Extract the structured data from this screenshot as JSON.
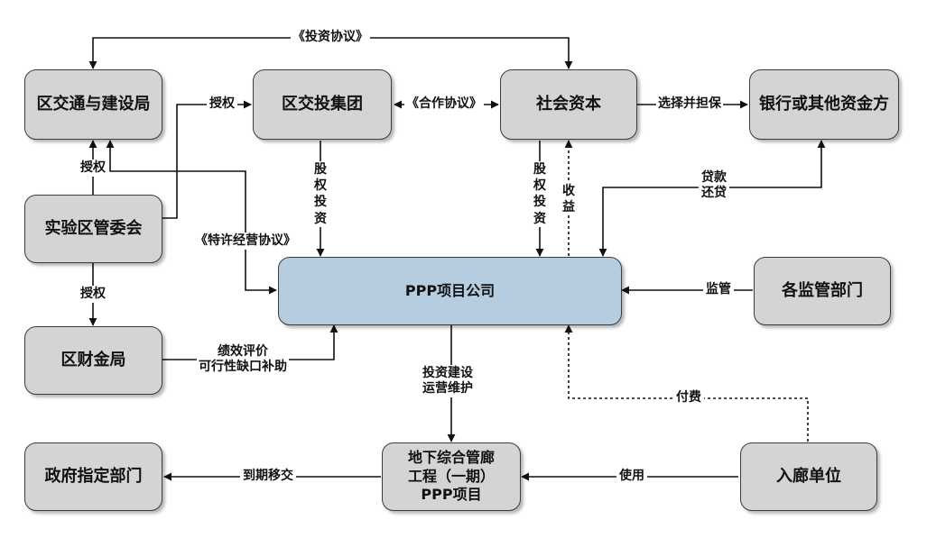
{
  "nodes": {
    "district_transport_bureau": "区交通与建设局",
    "district_invest_group": "区交投集团",
    "social_capital": "社会资本",
    "banks": "银行或其他资金方",
    "management_committee": "实验区管委会",
    "finance_bureau": "区财金局",
    "ppp_company": "PPP项目公司",
    "regulators": "各监管部门",
    "gov_departments": "政府指定部门",
    "project_line1": "地下综合管廊",
    "project_line2": "工程（一期）",
    "project_line3": "PPP项目",
    "tenants": "入廊单位"
  },
  "edge_labels": {
    "investment_agreement": "《投资协议》",
    "authorize_group": "授权",
    "cooperation_agreement": "《合作协议》",
    "select_guarantee": "选择并担保",
    "authorize_up": "授权",
    "authorize_down": "授权",
    "franchise_agreement": "《特许经营协议》",
    "equity_group": "股权投资",
    "equity_social": "股权投资",
    "revenue": "收益",
    "loan": "贷款",
    "repay": "还贷",
    "supervise": "监管",
    "performance": "绩效评价",
    "subsidy": "可行性缺口补助",
    "build_line1": "投资建设",
    "build_line2": "运营维护",
    "pay_fee": "付费",
    "handover": "到期移交",
    "use": "使用"
  }
}
